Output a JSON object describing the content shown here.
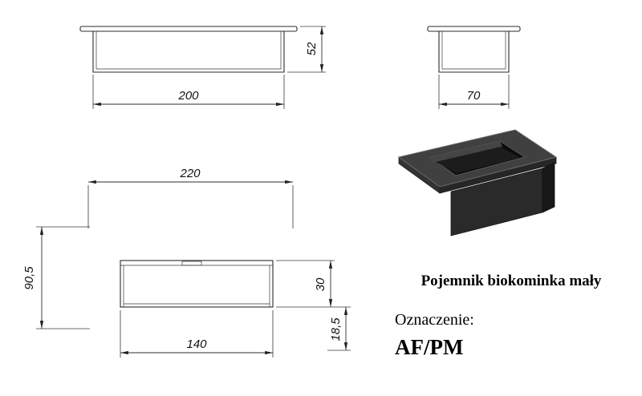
{
  "views": {
    "front": {
      "height_label": "52",
      "width_label": "200"
    },
    "side": {
      "width_label": "70"
    },
    "section": {
      "overall_width_label": "220",
      "overall_height_label": "90,5",
      "upper_height_label": "30",
      "inner_width_label": "140",
      "lower_height_label": "18,5"
    }
  },
  "info": {
    "title": "Pojemnik biokominka mały",
    "designation_label": "Oznaczenie:",
    "designation_code": "AF/PM"
  },
  "colors": {
    "line": "#2b2b2b",
    "render_top": "#404040",
    "render_front": "#2a2a2a",
    "render_side": "#171717",
    "render_slot": "#0c0c0c"
  }
}
